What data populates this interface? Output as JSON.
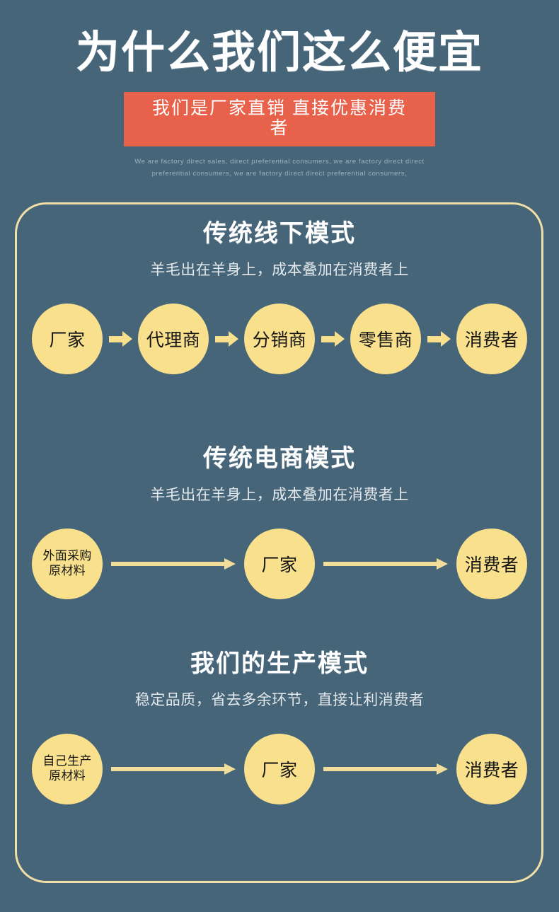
{
  "header": {
    "main_title": "为什么我们这么便宜",
    "banner_text": "我们是厂家直销 直接优惠消费者",
    "english_text": "We are factory direct sales, direct preferential consumers, we are factory direct direct preferential consumers, we are factory direct direct preferential consumers,"
  },
  "colors": {
    "background": "#466578",
    "banner": "#E7614B",
    "node": "#F9E08C",
    "frame_border": "#F0DFA6",
    "title_text": "#FFFFFF",
    "node_text": "#141414"
  },
  "sections": [
    {
      "title": "传统线下模式",
      "subtitle": "羊毛出在羊身上，成本叠加在消费者上",
      "arrow_style": "short",
      "nodes": [
        {
          "lines": [
            "厂家"
          ]
        },
        {
          "lines": [
            "代理商"
          ]
        },
        {
          "lines": [
            "分销商"
          ]
        },
        {
          "lines": [
            "零售商"
          ]
        },
        {
          "lines": [
            "消费者"
          ]
        }
      ]
    },
    {
      "title": "传统电商模式",
      "subtitle": "羊毛出在羊身上，成本叠加在消费者上",
      "arrow_style": "long",
      "nodes": [
        {
          "lines": [
            "外面采购",
            "原材料"
          ]
        },
        {
          "lines": [
            "厂家"
          ]
        },
        {
          "lines": [
            "消费者"
          ]
        }
      ]
    },
    {
      "title": "我们的生产模式",
      "subtitle": "稳定品质，省去多余环节，直接让利消费者",
      "arrow_style": "long",
      "nodes": [
        {
          "lines": [
            "自己生产",
            "原材料"
          ]
        },
        {
          "lines": [
            "厂家"
          ]
        },
        {
          "lines": [
            "消费者"
          ]
        }
      ]
    }
  ]
}
